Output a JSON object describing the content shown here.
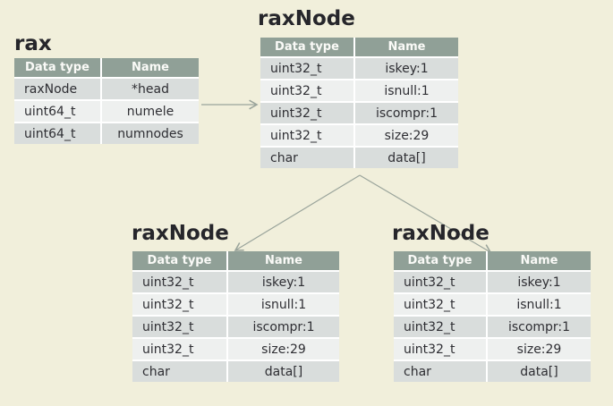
{
  "theme": {
    "canvas-bg": "#f1efdb",
    "header-bg": "#90a097",
    "header-text": "#fafaf7",
    "row-odd": "#d9dddc",
    "row-even": "#eef0ef",
    "cell-text": "#2e2e33",
    "title-text": "#26262b",
    "arrow-color": "#9aa49b",
    "grid-line": "#ffffff"
  },
  "tables": [
    {
      "id": "rax",
      "title": "rax",
      "headers": [
        "Data type",
        "Name"
      ],
      "rows": [
        [
          "raxNode",
          "*head"
        ],
        [
          "uint64_t",
          "numele"
        ],
        [
          "uint64_t",
          "numnodes"
        ]
      ]
    },
    {
      "id": "raxnode-root",
      "title": "raxNode",
      "headers": [
        "Data type",
        "Name"
      ],
      "rows": [
        [
          "uint32_t",
          "iskey:1"
        ],
        [
          "uint32_t",
          "isnull:1"
        ],
        [
          "uint32_t",
          "iscompr:1"
        ],
        [
          "uint32_t",
          "size:29"
        ],
        [
          "char",
          "data[]"
        ]
      ]
    },
    {
      "id": "raxnode-child-left",
      "title": "raxNode",
      "headers": [
        "Data type",
        "Name"
      ],
      "rows": [
        [
          "uint32_t",
          "iskey:1"
        ],
        [
          "uint32_t",
          "isnull:1"
        ],
        [
          "uint32_t",
          "iscompr:1"
        ],
        [
          "uint32_t",
          "size:29"
        ],
        [
          "char",
          "data[]"
        ]
      ]
    },
    {
      "id": "raxnode-child-right",
      "title": "raxNode",
      "headers": [
        "Data type",
        "Name"
      ],
      "rows": [
        [
          "uint32_t",
          "iskey:1"
        ],
        [
          "uint32_t",
          "isnull:1"
        ],
        [
          "uint32_t",
          "iscompr:1"
        ],
        [
          "uint32_t",
          "size:29"
        ],
        [
          "char",
          "data[]"
        ]
      ]
    }
  ],
  "connections": [
    {
      "from": "rax",
      "to": "raxnode-root"
    },
    {
      "from": "raxnode-root",
      "to": "raxnode-child-left"
    },
    {
      "from": "raxnode-root",
      "to": "raxnode-child-right"
    }
  ]
}
